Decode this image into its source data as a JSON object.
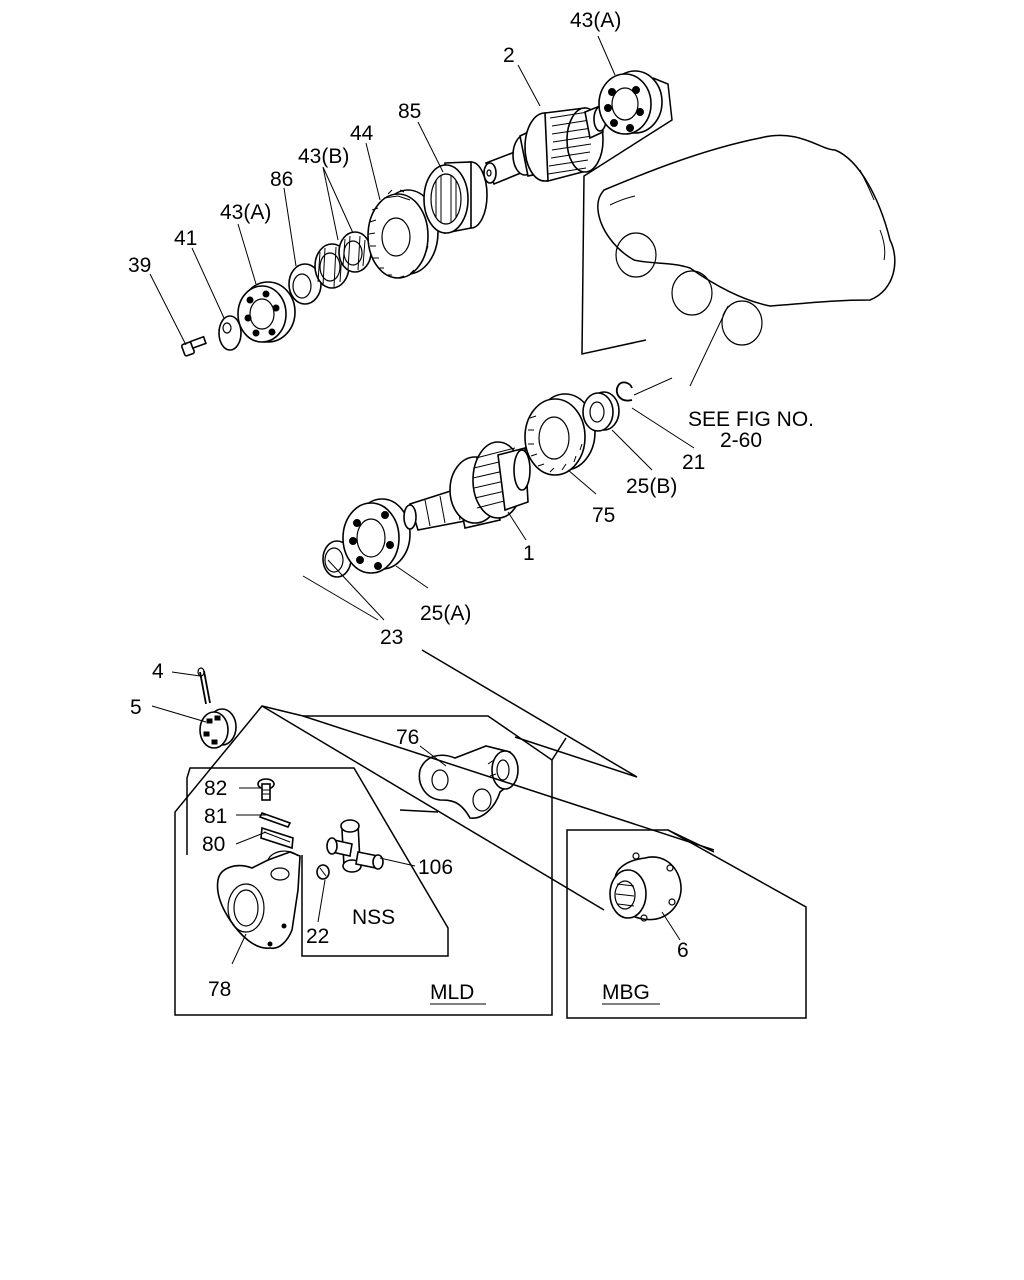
{
  "labels": {
    "p43a_top": "43(A)",
    "p2": "2",
    "p85": "85",
    "p44": "44",
    "p43b": "43(B)",
    "p86": "86",
    "p43a_left": "43(A)",
    "p41": "41",
    "p39": "39",
    "see_fig_line1": "SEE FIG NO.",
    "see_fig_line2": "2-60",
    "p21": "21",
    "p25b": "25(B)",
    "p75": "75",
    "p1": "1",
    "p25a": "25(A)",
    "p23": "23",
    "p4": "4",
    "p5": "5",
    "p76": "76",
    "p82": "82",
    "p81": "81",
    "p80": "80",
    "p106": "106",
    "nss": "NSS",
    "p22": "22",
    "p78": "78",
    "p6": "6",
    "mld": "MLD",
    "mbg": "MBG"
  }
}
